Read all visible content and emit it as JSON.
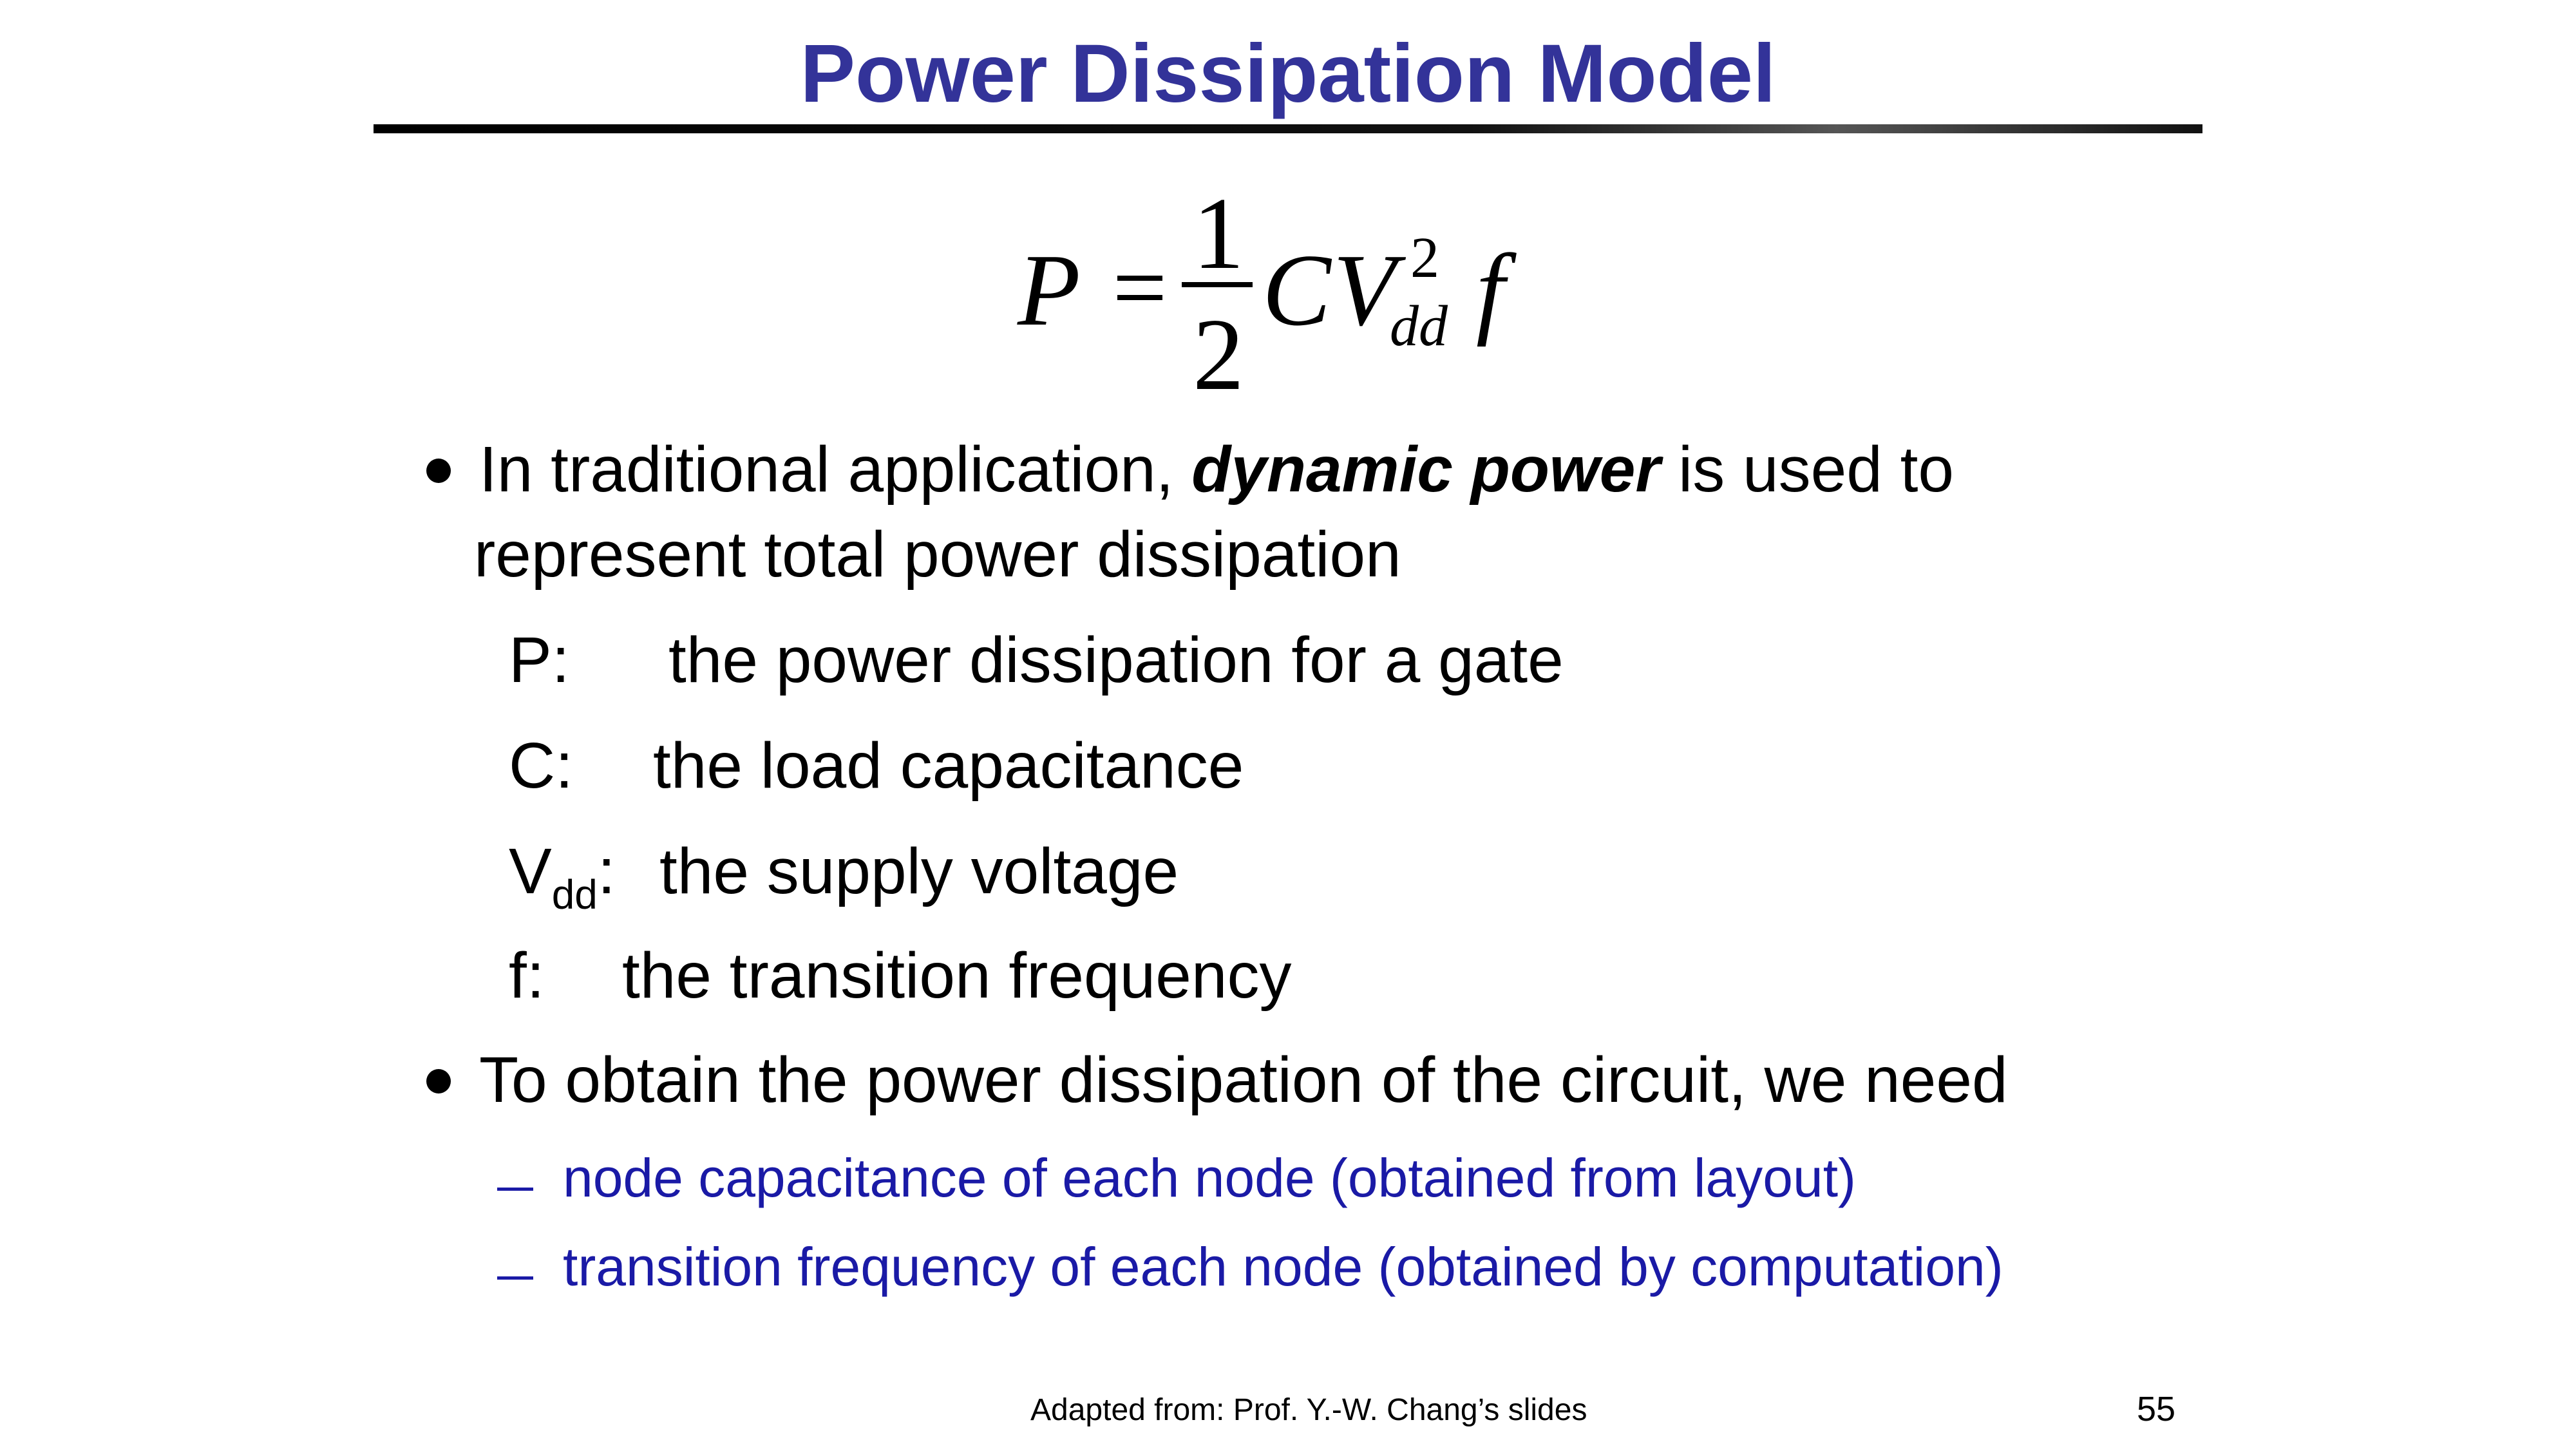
{
  "slide": {
    "title": "Power Dissipation Model",
    "formula": {
      "lhs": "P",
      "equals": "=",
      "numerator": "1",
      "denominator": "2",
      "c": "C",
      "v": "V",
      "exponent": "2",
      "subscript": "dd",
      "f": "f"
    },
    "bullets": [
      {
        "text_before": "In traditional application, ",
        "emphasis": "dynamic power",
        "text_after": "  is used to",
        "continuation": "represent total power dissipation"
      },
      {
        "text": "To obtain the power dissipation of the circuit, we need"
      }
    ],
    "definitions": [
      {
        "term": "P:",
        "text": "the power dissipation for a gate"
      },
      {
        "term": "C:",
        "text": "the load capacitance"
      },
      {
        "term": "V",
        "term_sub": "dd",
        "term_suffix": ":",
        "text": "the supply voltage"
      },
      {
        "term": "f:",
        "text": "the transition frequency"
      }
    ],
    "sub_items": [
      "node capacitance of each node (obtained from layout)",
      "transition frequency of each node (obtained by computation)"
    ],
    "footer": "Adapted from: Prof. Y.-W. Chang’s slides",
    "page_number": "55",
    "colors": {
      "title": "#333399",
      "sub_items": "#1a1aa6",
      "text": "#000000"
    }
  }
}
